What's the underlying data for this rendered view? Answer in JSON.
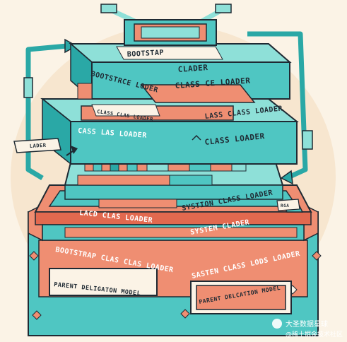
{
  "labels": {
    "top_bootstrap_1": "BOOTSTAP",
    "top_classloader_1": "CLADER",
    "top_bootstrap_2": "BOOTSTRCE LODER",
    "top_classloader_2": "CLASS CE LOADER",
    "tab_left": "CLASS CLAS LOADER",
    "tab_right": "LASS CLASS LOADER",
    "l3_left": "CASS LAS LOADER",
    "l3_right": "CLASS LOADER",
    "side_tag_left": "LADER",
    "sys_right": "SYSTION CLASS LOADER",
    "l4_left": "LACD CLAS LOADER",
    "l4_right": "SYSTEM CLADER",
    "side_tag_right": "RGA",
    "base_left": "BOOTSTRAP CLAS CLAS LOADER",
    "base_right": "SASTEN CLASS LODS LOADER",
    "model_left": "PARENT DELIGATON MODEL",
    "model_right": "PARENT DELCATION MODEL"
  },
  "watermark": {
    "line1": "大圣数据星球",
    "line2": "@稀土掘金技术社区"
  },
  "colors": {
    "teal": "#4fc6c2",
    "teal_dark": "#2aa8a6",
    "teal_light": "#8ee0d8",
    "coral": "#ef8e72",
    "coral_dark": "#e2694f",
    "cream": "#fbf3e6",
    "outline": "#1f2a33"
  }
}
